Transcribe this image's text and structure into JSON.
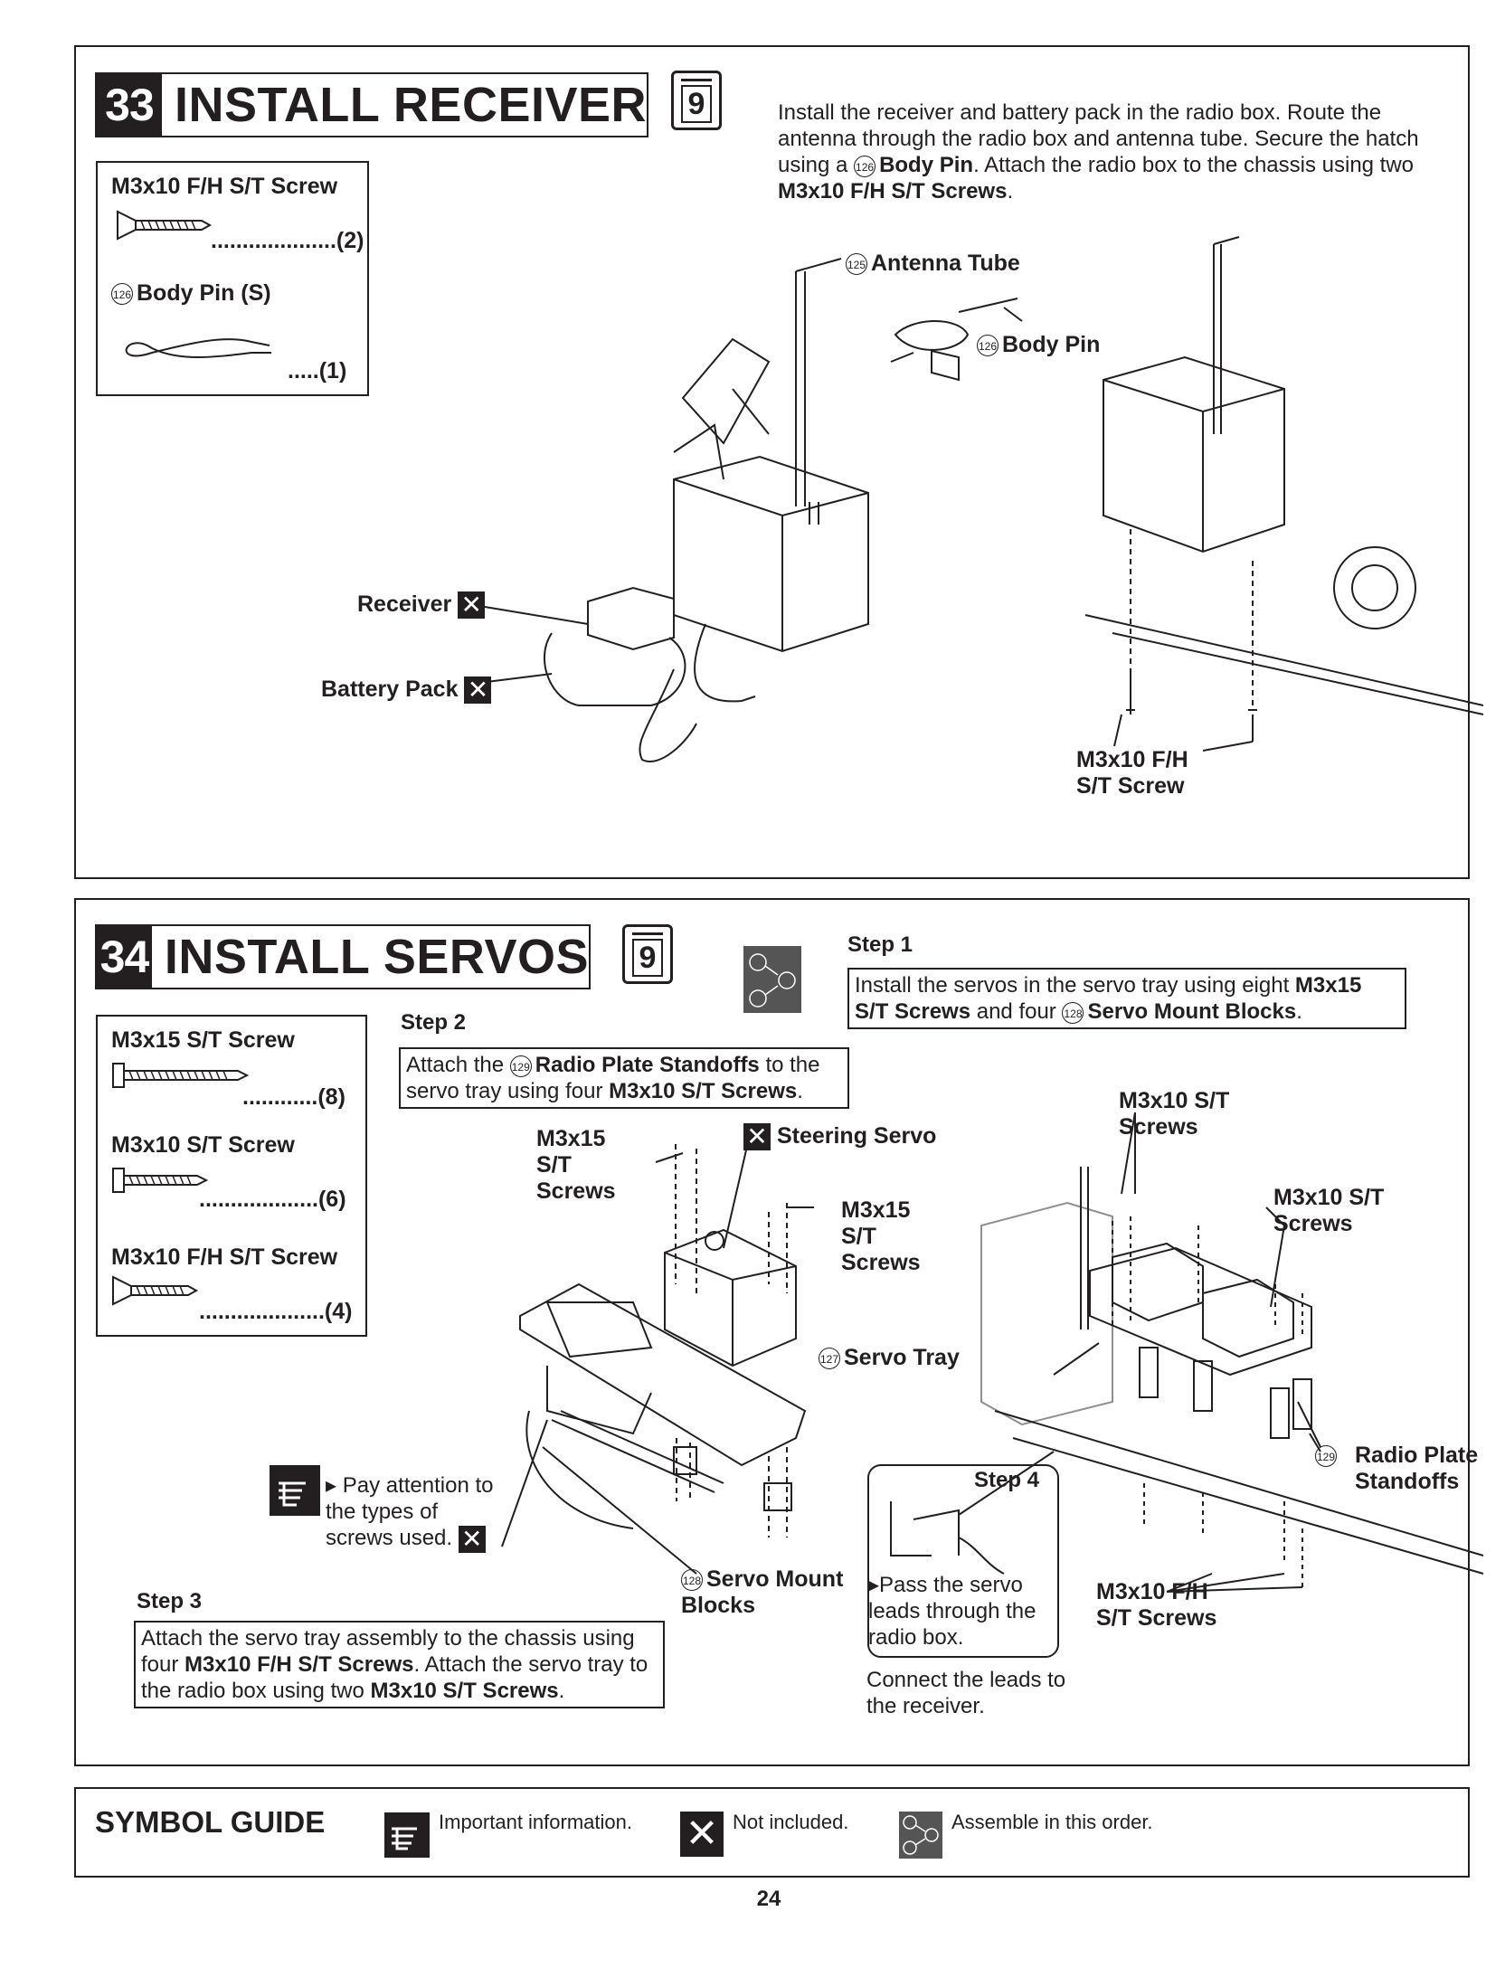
{
  "step33": {
    "number": "33",
    "title": "INSTALL RECEIVER",
    "bag": "9",
    "instructions_a": "Install the receiver and battery pack in the radio box. Route the antenna through the radio box and antenna tube. Secure the hatch using a",
    "ref_126": "126",
    "body_pin_bold": "Body Pin",
    "instructions_b": ". Attach the radio box to the chassis using two",
    "screw_bold": "M3x10 F/H S/T Screws",
    "instructions_end": ".",
    "parts": {
      "p1_name": "M3x10 F/H S/T Screw",
      "p1_qty": "....................(2)",
      "p2_ref": "126",
      "p2_name": "Body Pin (S)",
      "p2_qty": ".....(1)"
    },
    "labels": {
      "antenna_ref": "125",
      "antenna": "Antenna Tube",
      "bodypin_ref": "126",
      "bodypin": "Body Pin",
      "receiver": "Receiver",
      "battery": "Battery Pack",
      "screw1": "M3x10 F/H",
      "screw2": "S/T Screw"
    }
  },
  "step34": {
    "number": "34",
    "title": "INSTALL SERVOS",
    "bag": "9",
    "parts": {
      "p1_name": "M3x15 S/T Screw",
      "p1_qty": "............(8)",
      "p2_name": "M3x10 S/T Screw",
      "p2_qty": "...................(6)",
      "p3_name": "M3x10 F/H S/T Screw",
      "p3_qty": "....................(4)"
    },
    "step1": {
      "label": "Step 1",
      "text_a": "Install the servos in the servo tray using eight",
      "bold_a": "M3x15 S/T Screws",
      "text_b": "and four",
      "ref": "128",
      "bold_b": "Servo Mount Blocks",
      "end": "."
    },
    "step2": {
      "label": "Step 2",
      "text_a": "Attach the",
      "ref": "129",
      "bold_a": "Radio Plate Standoffs",
      "text_b": "to the servo tray using four",
      "bold_b": "M3x10 S/T Screws",
      "end": "."
    },
    "step3": {
      "label": "Step 3",
      "text_a": "Attach the servo tray assembly to the chassis using four",
      "bold_a": "M3x10 F/H S/T Screws",
      "text_b": ". Attach the servo tray to the radio box using two",
      "bold_b": "M3x10 S/T Screws",
      "end": "."
    },
    "step4": {
      "label": "Step 4",
      "text": "Pass the servo leads through the radio box.",
      "connect": "Connect the leads to the receiver."
    },
    "note": "Pay attention to the types of screws used.",
    "labels": {
      "m3x15_a": "M3x15 S/T Screws",
      "steering": "Steering Servo",
      "m3x15_b": "M3x15 S/T Screws",
      "tray_ref": "127",
      "tray": "Servo Tray",
      "blocks_ref": "128",
      "blocks": "Servo Mount Blocks",
      "m3x10_a": "M3x10 S/T Screws",
      "m3x10_b": "M3x10 S/T Screws",
      "standoff_ref": "129",
      "standoffs": "Radio Plate Standoffs",
      "fh": "M3x10 F/H S/T Screws"
    }
  },
  "symbol_guide": {
    "title": "SYMBOL GUIDE",
    "important": "Important information.",
    "not_included": "Not included.",
    "order": "Assemble in this order."
  },
  "page_number": "24"
}
